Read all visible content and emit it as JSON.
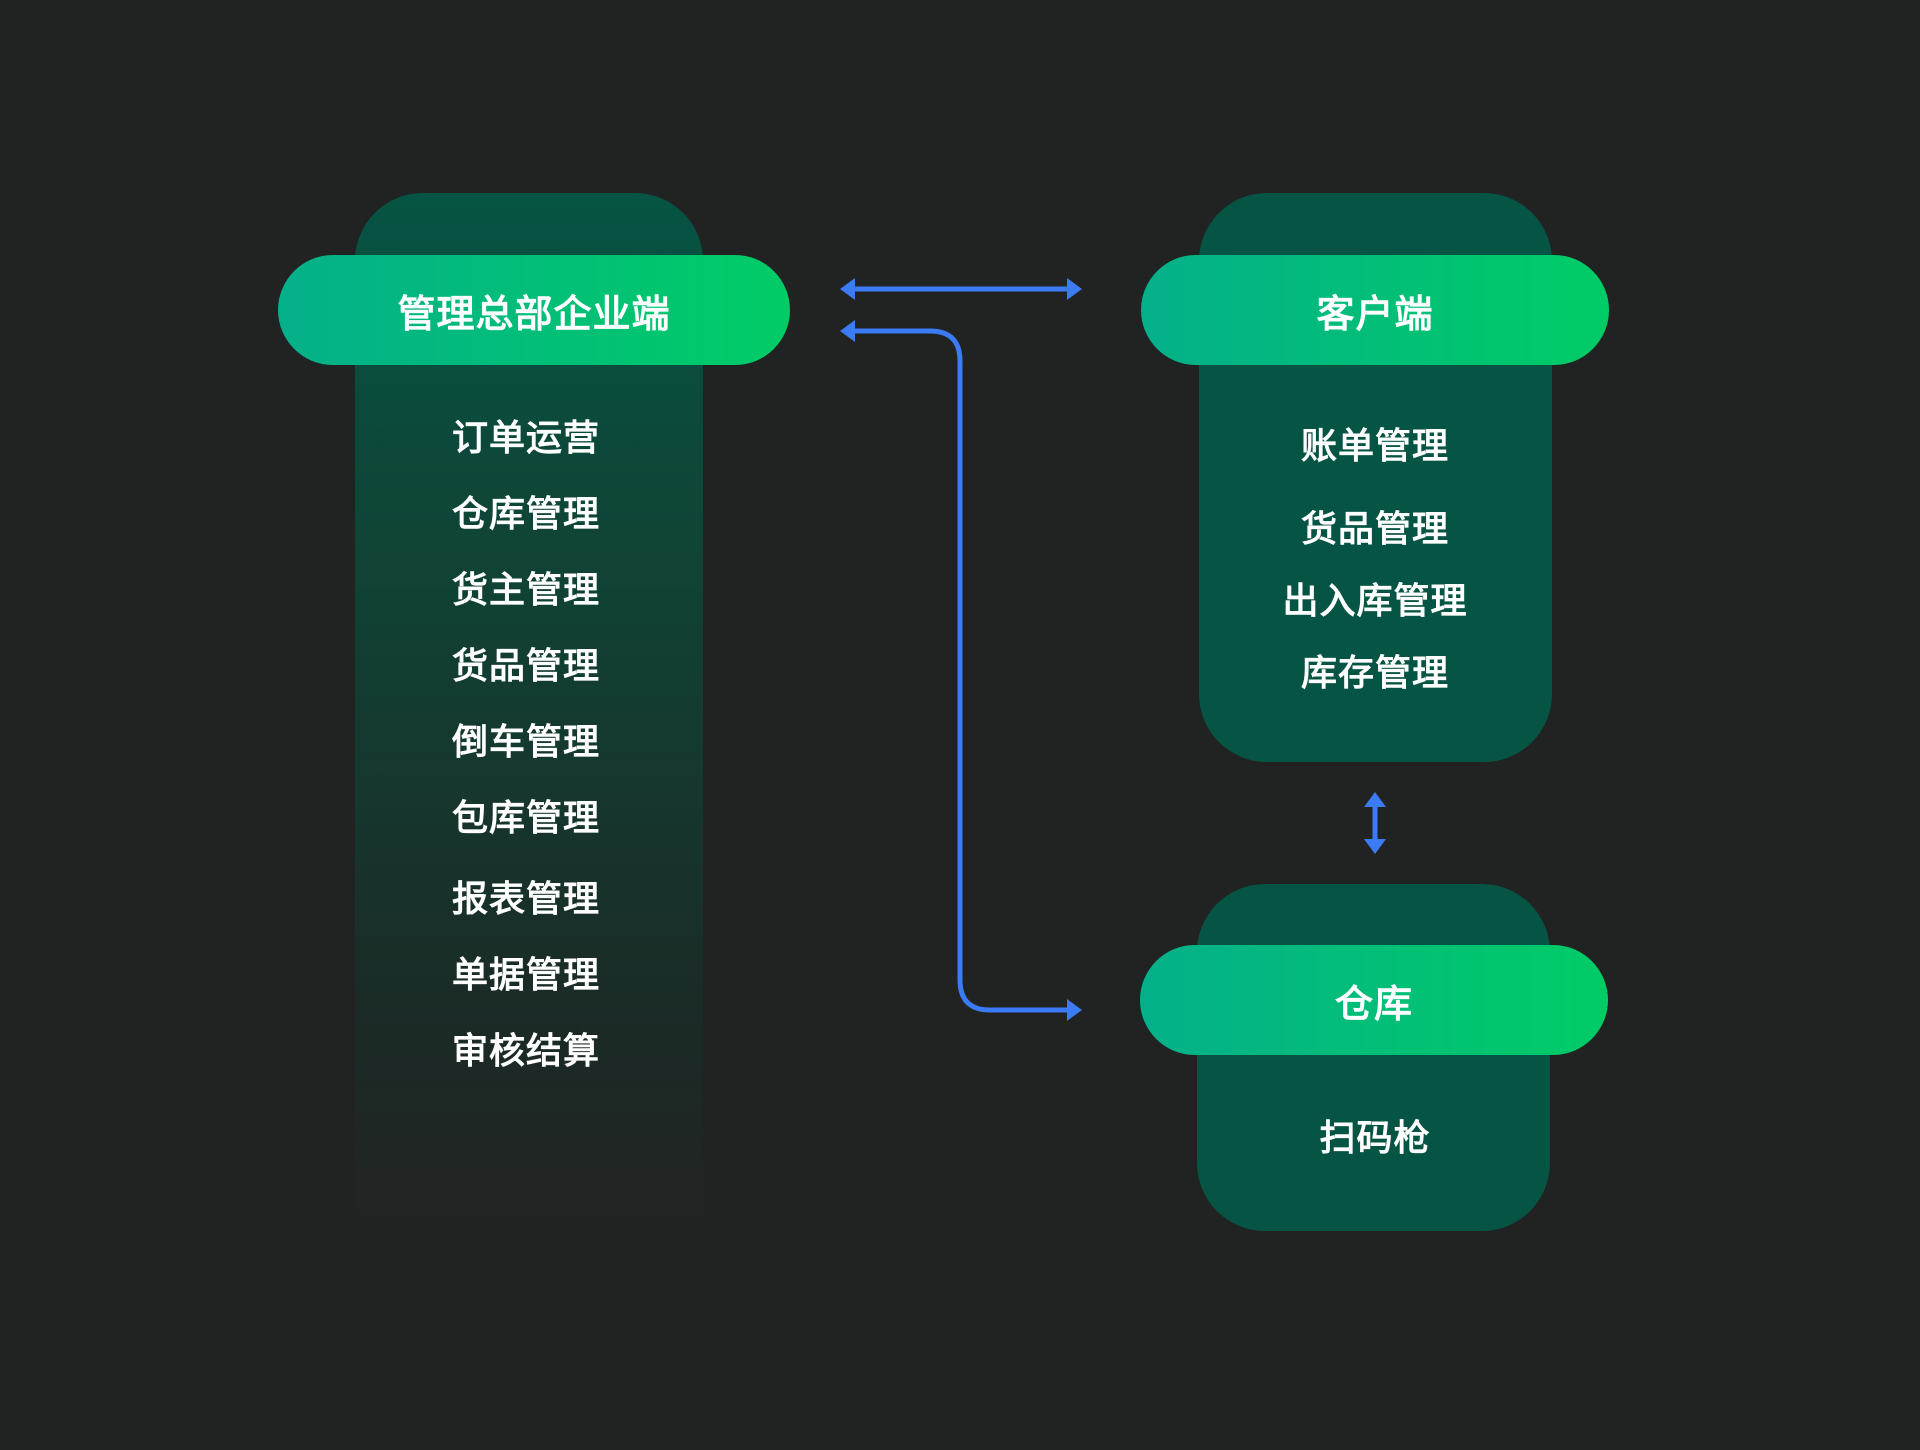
{
  "hq": {
    "title": "管理总部企业端",
    "items": [
      "订单运营",
      "仓库管理",
      "货主管理",
      "货品管理",
      "倒车管理",
      "包库管理",
      "报表管理",
      "单据管理",
      "审核结算"
    ]
  },
  "client": {
    "title": "客户端",
    "items": [
      "账单管理",
      "货品管理",
      "出入库管理",
      "库存管理"
    ]
  },
  "warehouse": {
    "title": "仓库",
    "items": [
      "扫码枪"
    ]
  },
  "colors": {
    "background": "#212322",
    "panel": "#065443",
    "pill_start": "#04b08a",
    "pill_end": "#00cc66",
    "arrow": "#3b7bf5"
  }
}
